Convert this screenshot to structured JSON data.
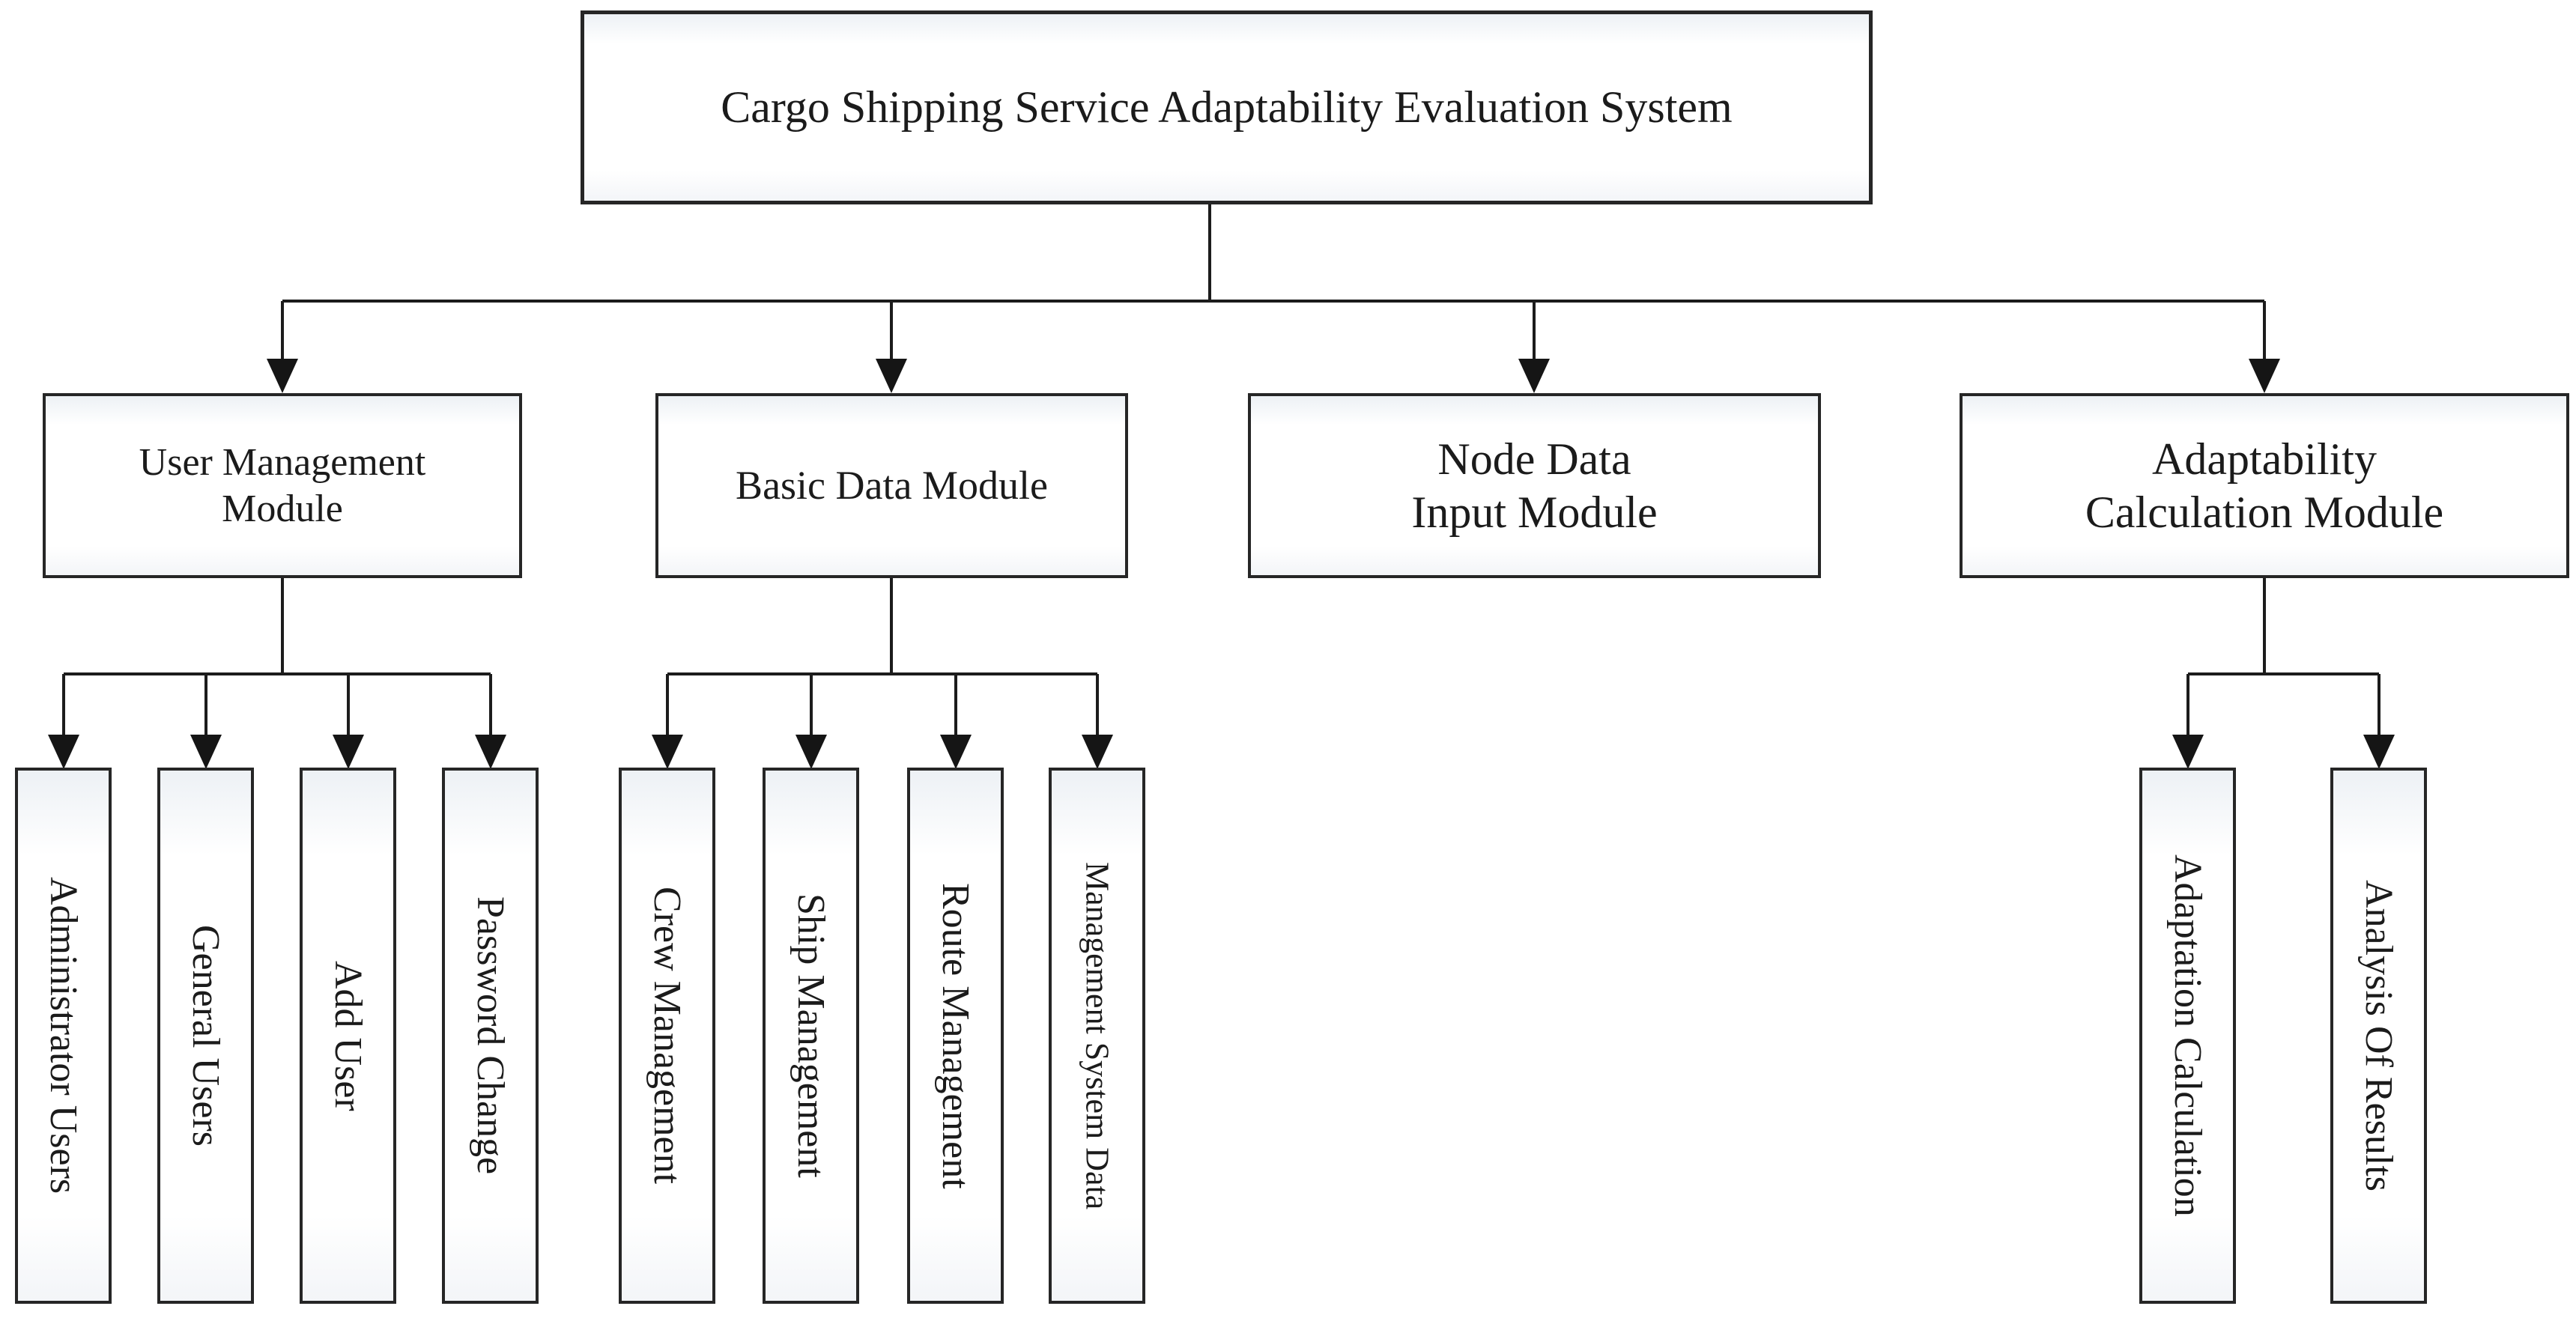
{
  "diagram": {
    "title_node": {
      "label": "Cargo Shipping Service Adaptability Evaluation System"
    },
    "modules": [
      {
        "id": "user-management-module",
        "lines": [
          "User Management",
          "Module"
        ]
      },
      {
        "id": "basic-data-module",
        "lines": [
          "Basic Data Module"
        ]
      },
      {
        "id": "node-data-input-module",
        "lines": [
          "Node Data",
          "Input Module"
        ]
      },
      {
        "id": "adaptability-calculation-module",
        "lines": [
          "Adaptability",
          "Calculation Module"
        ]
      }
    ],
    "leaves": {
      "user_management": [
        "Administrator Users",
        "General Users",
        "Add User",
        "Password Change"
      ],
      "basic_data": [
        "Crew Management",
        "Ship Management",
        "Route Management",
        "Management System Data"
      ],
      "adaptability_calculation": [
        "Adaptation Calculation",
        "Analysis Of Results"
      ]
    },
    "colors": {
      "line": "#1c1c1c",
      "border": "#262626",
      "text": "#1b1b1b",
      "box_tint": "#edf1f5"
    }
  }
}
